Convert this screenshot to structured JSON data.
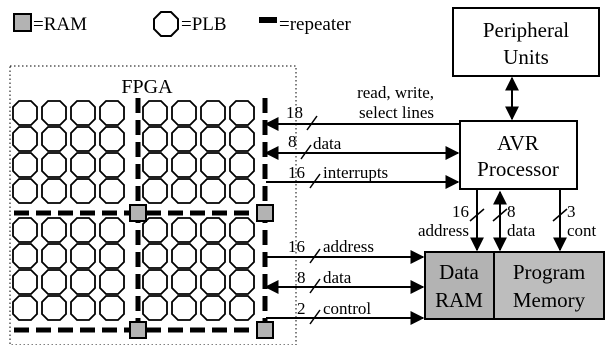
{
  "legend": {
    "ram": "=RAM",
    "plb": "=PLB",
    "repeater": "=repeater"
  },
  "fpga": {
    "title": "FPGA",
    "plb_rows": 4,
    "plb_cols": 4
  },
  "blocks": {
    "peripheral_line1": "Peripheral",
    "peripheral_line2": "Units",
    "avr_line1": "AVR",
    "avr_line2": "Processor",
    "data_ram_line1": "Data",
    "data_ram_line2": "RAM",
    "program_memory_line1": "Program",
    "program_memory_line2": "Memory"
  },
  "buses": {
    "rws_label_line1": "read, write,",
    "rws_label_line2": "select lines",
    "rws_width": "18",
    "data_top_width": "8",
    "data_top_label": "data",
    "interrupts_width": "16",
    "interrupts_label": "interrupts",
    "address_width": "16",
    "address_label": "address",
    "data_bottom_width": "8",
    "data_bottom_label": "data",
    "control_width": "2",
    "control_label": "control",
    "proc_address_width": "16",
    "proc_address_label": "address",
    "proc_data_width": "8",
    "proc_data_label": "data",
    "proc_cont_width": "3",
    "proc_cont_label": "cont"
  },
  "colors": {
    "ram_fill": "#b3b3b3",
    "memory_fill": "#bdbdbd",
    "line": "#000000",
    "background": "#ffffff"
  }
}
